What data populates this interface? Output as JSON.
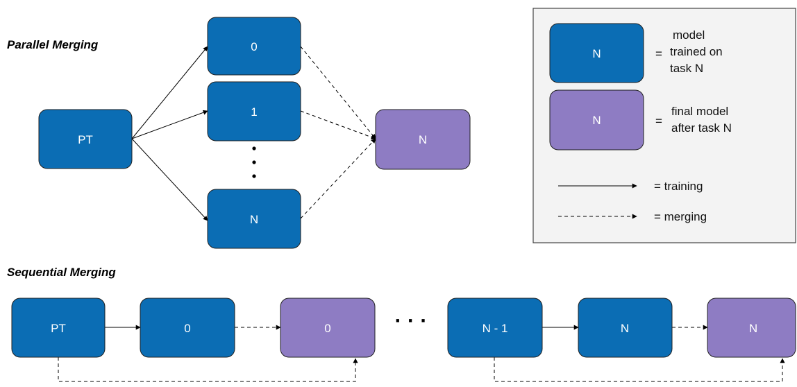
{
  "colors": {
    "model_box": "#0b6db4",
    "final_box": "#8e7cc3",
    "box_stroke": "#1f1f1f",
    "legend_bg": "#f3f3f3"
  },
  "parallel": {
    "title": "Parallel Merging",
    "pt_label": "PT",
    "task_labels": [
      "0",
      "1",
      "N"
    ],
    "final_label": "N"
  },
  "sequential": {
    "title": "Sequential Merging",
    "ellipsis": "· · ·",
    "boxes": [
      {
        "label": "PT",
        "kind": "model"
      },
      {
        "label": "0",
        "kind": "model"
      },
      {
        "label": "0",
        "kind": "final"
      },
      {
        "label": "N - 1",
        "kind": "model"
      },
      {
        "label": "N",
        "kind": "model"
      },
      {
        "label": "N",
        "kind": "final"
      }
    ]
  },
  "legend": {
    "model_box_label": "N",
    "model_desc": [
      "model",
      "trained on",
      "task N"
    ],
    "final_box_label": "N",
    "final_desc": [
      "final model",
      "after task N"
    ],
    "equals": "=",
    "training_label": "= training",
    "merging_label": "= merging"
  }
}
